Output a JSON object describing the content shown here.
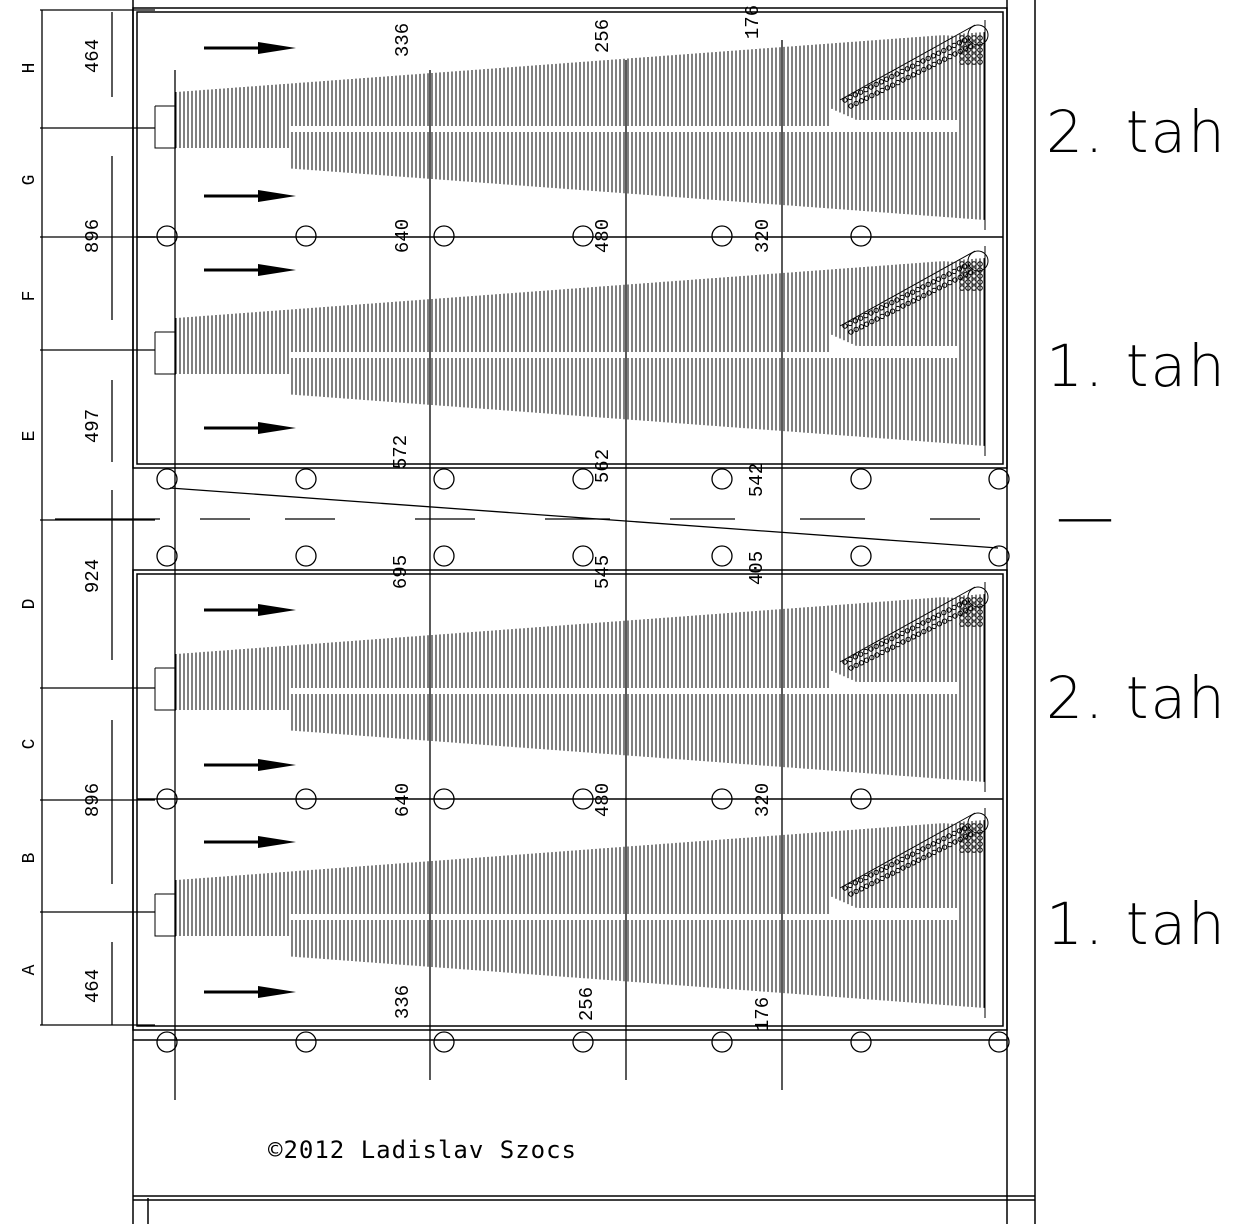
{
  "sections": [
    "H",
    "G",
    "F",
    "E",
    "D",
    "C",
    "B",
    "A"
  ],
  "left_dims": {
    "top_gap": "464",
    "upper_pitch": "896",
    "middle_gap": "497",
    "lower_gap": "924",
    "lower_pitch": "896",
    "bottom_gap": "464"
  },
  "column_dims": {
    "top_row": [
      "336",
      "256",
      "176"
    ],
    "upper_between": [
      "640",
      "480",
      "320"
    ],
    "upper_to_center": [
      "572",
      "562",
      "542"
    ],
    "center_to_lower": [
      "695",
      "545",
      "405"
    ],
    "lower_between": [
      "640",
      "480",
      "320"
    ],
    "bottom_row": [
      "336",
      "256",
      "176"
    ]
  },
  "tah_labels": [
    "2. tah",
    "1. tah",
    "2. tah",
    "1. tah"
  ],
  "center_mark": "—",
  "copyright": "©2012 Ladislav Szocs"
}
